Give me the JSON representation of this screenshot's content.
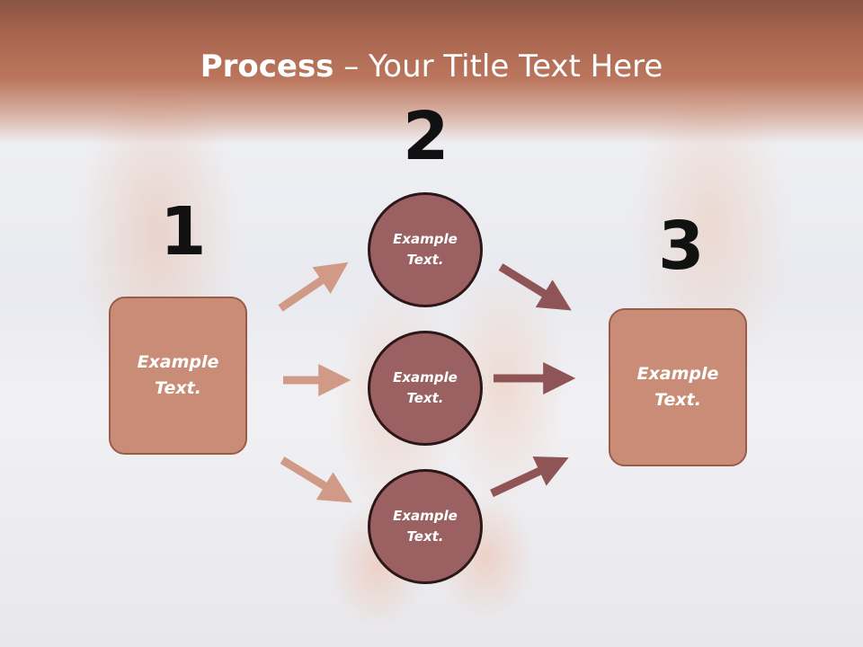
{
  "slide": {
    "title_bold": "Process",
    "title_rest": " – Your Title Text Here"
  },
  "steps": {
    "one": {
      "number": "1",
      "box_label": "Example\nText."
    },
    "two": {
      "number": "2",
      "circles": [
        {
          "label": "Example\nText."
        },
        {
          "label": "Example\nText."
        },
        {
          "label": "Example\nText."
        }
      ]
    },
    "three": {
      "number": "3",
      "box_label": "Example\nText."
    }
  },
  "colors": {
    "header": "#b06a53",
    "box_fill": "#c98d77",
    "circle_fill": "#9b6162",
    "arrow_left": "#d19a86",
    "arrow_right": "#8f5556"
  }
}
